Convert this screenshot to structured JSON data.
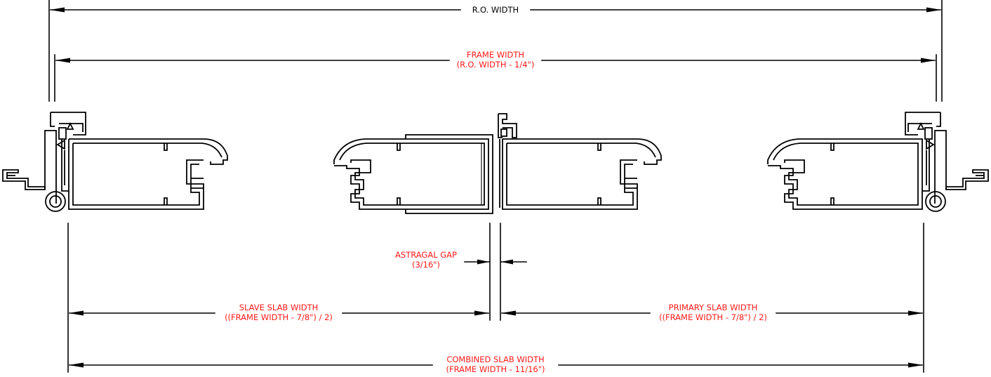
{
  "labels": {
    "ro_width": "R.O. WIDTH",
    "frame_width": "FRAME WIDTH",
    "frame_width_formula": "(R.O. WIDTH - 1/4\")",
    "astragal_gap": "ASTRAGAL GAP",
    "astragal_gap_value": "(3/16\")",
    "slave_slab_width": "SLAVE SLAB WIDTH",
    "slave_slab_formula": "((FRAME WIDTH - 7/8\") / 2)",
    "primary_slab_width": "PRIMARY SLAB WIDTH",
    "primary_slab_formula": "((FRAME WIDTH - 7/8\") / 2)",
    "combined_slab_width": "COMBINED SLAB WIDTH",
    "combined_slab_formula": "(FRAME WIDTH - 11/16\")"
  },
  "colors": {
    "dimension_text": "#ff1a1a",
    "ro_text": "#000000",
    "linework": "#000000"
  }
}
